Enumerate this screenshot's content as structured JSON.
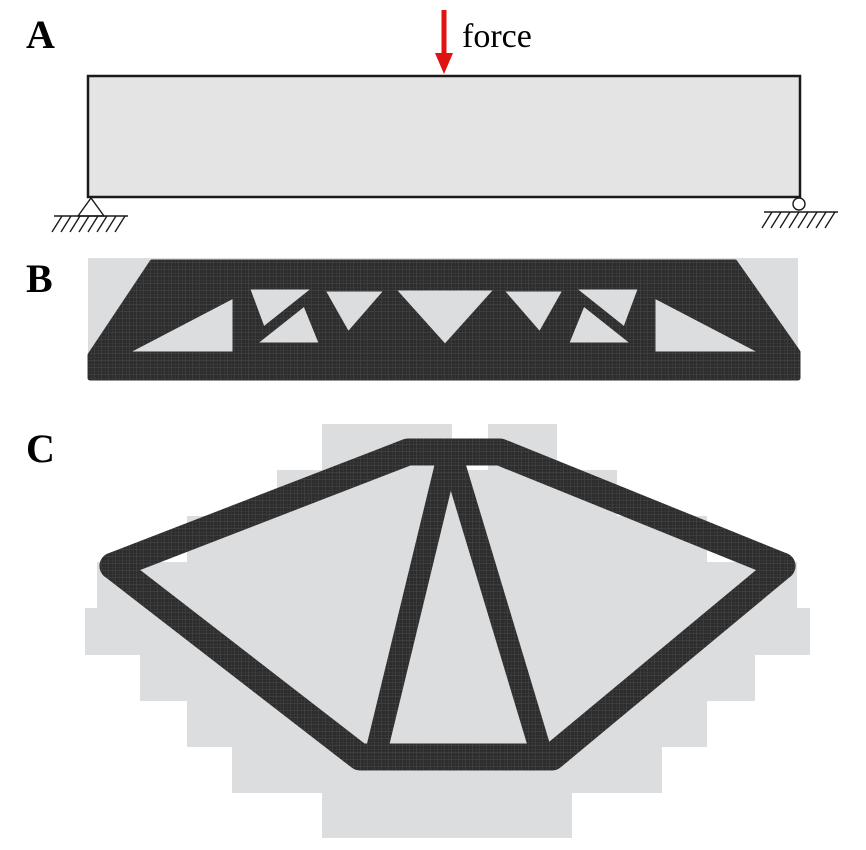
{
  "figure": {
    "panels": [
      {
        "label": "A",
        "description": "design domain with load and supports"
      },
      {
        "label": "B",
        "description": "optimized structure, fine rectangular domain"
      },
      {
        "label": "C",
        "description": "optimized structure, stepped coarse domain"
      }
    ],
    "force_label": "force"
  },
  "colors": {
    "background": "#ffffff",
    "domain_gray": "#dcdddf",
    "beam_fill": "#e4e4e4",
    "structure_dark": "#2d2d2d",
    "structure_mesh_line": "#424242",
    "force_arrow": "#e01212",
    "outline": "#1a1a1a"
  }
}
